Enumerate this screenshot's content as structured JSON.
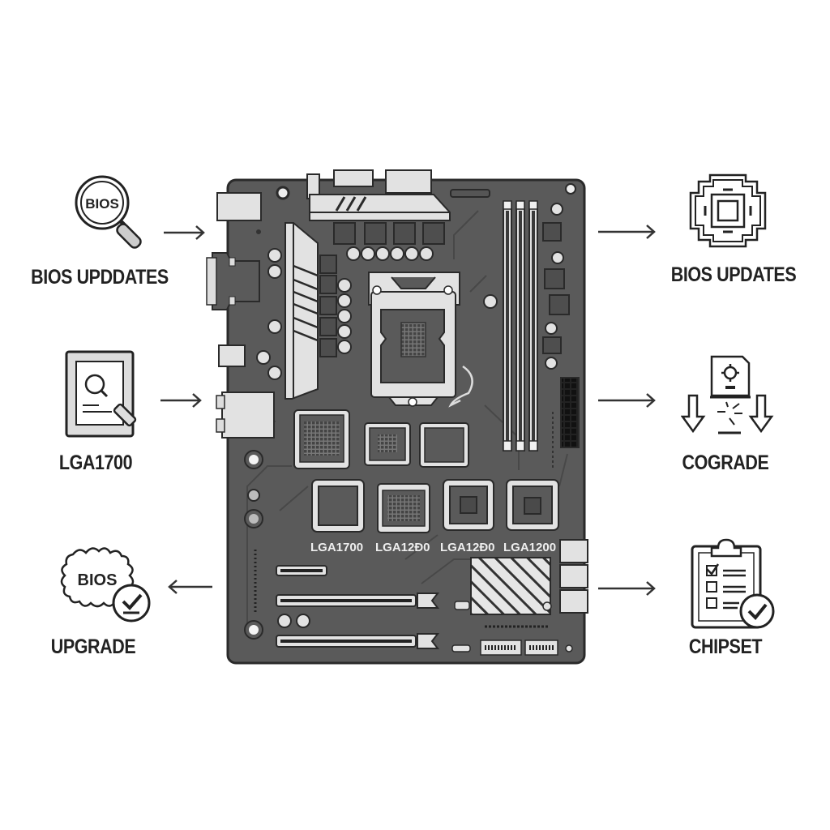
{
  "diagram": {
    "type": "motherboard-infographic",
    "center": {
      "name": "motherboard",
      "socket_labels": [
        "LGA1700",
        "LGA12Ð0",
        "LGA12Ð0",
        "LGA1200"
      ]
    },
    "left_items": [
      {
        "label": "BIOS UPDDATES",
        "icon": "bios-magnifier-icon",
        "icon_text": "BIOS",
        "arrow": "right"
      },
      {
        "label": "LGA1700",
        "icon": "document-inspect-icon",
        "arrow": "right"
      },
      {
        "label": "UPGRADE",
        "icon": "bios-badge-check-icon",
        "icon_text": "BIOS",
        "arrow": "left"
      }
    ],
    "right_items": [
      {
        "label": "BIOS UPDATES",
        "icon": "cpu-chip-icon",
        "arrow": "right"
      },
      {
        "label": "COGRADE",
        "icon": "firmware-download-icon",
        "arrow": "right"
      },
      {
        "label": "CHIPSET",
        "icon": "clipboard-check-icon",
        "arrow": "right"
      }
    ],
    "colors": {
      "board": "#5a5a5a",
      "board_outline": "#2a2a2a",
      "component_light": "#e2e2e2",
      "component_dark": "#4a4a4a",
      "text": "#222222",
      "background": "#ffffff"
    }
  }
}
